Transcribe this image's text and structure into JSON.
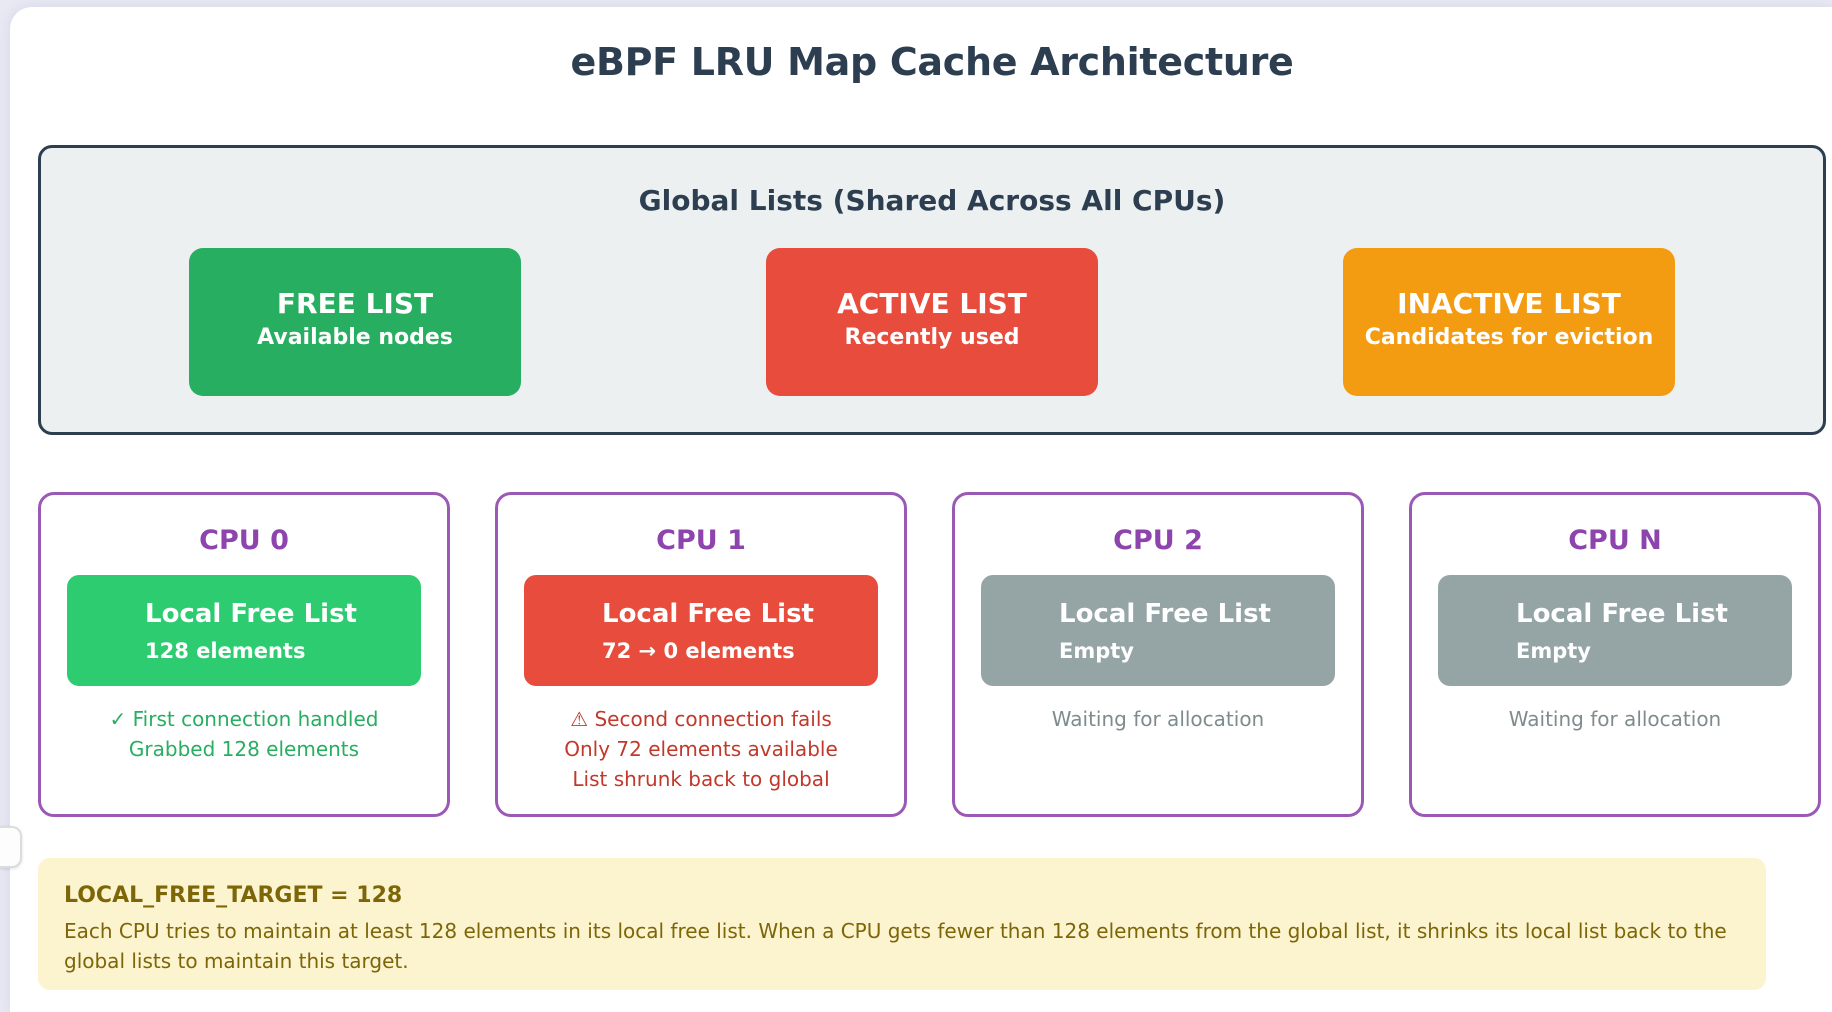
{
  "header": {
    "title": "eBPF LRU Map Cache Architecture"
  },
  "global_section": {
    "heading": "Global Lists (Shared Across All CPUs)",
    "lists": [
      {
        "title": "FREE LIST",
        "subtitle": "Available nodes",
        "color": "#27ae60"
      },
      {
        "title": "ACTIVE LIST",
        "subtitle": "Recently used",
        "color": "#e74c3c"
      },
      {
        "title": "INACTIVE LIST",
        "subtitle": "Candidates for eviction",
        "color": "#f39c12"
      }
    ]
  },
  "cpu_cards": [
    {
      "name": "CPU 0",
      "list_title": "Local Free List",
      "list_value": "128 elements",
      "list_color": "#2ecc71",
      "status_icon": "✓",
      "status_color": "#27ae60",
      "status_lines": [
        "First connection handled",
        "Grabbed 128 elements"
      ]
    },
    {
      "name": "CPU 1",
      "list_title": "Local Free List",
      "list_value": "72 → 0 elements",
      "list_color": "#e74c3c",
      "status_icon": "⚠",
      "status_color": "#c0392b",
      "status_lines": [
        "Second connection fails",
        "Only 72 elements available",
        "List shrunk back to global"
      ]
    },
    {
      "name": "CPU 2",
      "list_title": "Local Free List",
      "list_value": "Empty",
      "list_color": "#95a5a6",
      "status_icon": "",
      "status_color": "#7f8c8d",
      "status_lines": [
        "Waiting for allocation"
      ]
    },
    {
      "name": "CPU N",
      "list_title": "Local Free List",
      "list_value": "Empty",
      "list_color": "#95a5a6",
      "status_icon": "",
      "status_color": "#7f8c8d",
      "status_lines": [
        "Waiting for allocation"
      ]
    }
  ],
  "note": {
    "title": "LOCAL_FREE_TARGET = 128",
    "body": "Each CPU tries to maintain at least 128 elements in its local free list. When a CPU gets fewer than 128 elements from the global list, it shrinks its local list back to the global lists to maintain this target."
  },
  "colors": {
    "page_background": "#e9e9f4",
    "canvas_background": "#ffffff",
    "heading_text": "#2c3e50",
    "global_section_background": "#ecf0f1",
    "global_section_border": "#2c3e50",
    "free_list_green": "#27ae60",
    "active_list_red": "#e74c3c",
    "inactive_list_orange": "#f39c12",
    "local_list_green": "#2ecc71",
    "local_list_red": "#e74c3c",
    "local_list_gray": "#95a5a6",
    "cpu_card_border": "#9b59b6",
    "cpu_title_purple": "#8e44ad",
    "status_green": "#27ae60",
    "status_red": "#c0392b",
    "status_gray": "#7f8c8d",
    "note_background": "#fcf3cf",
    "note_text": "#7d6608"
  }
}
